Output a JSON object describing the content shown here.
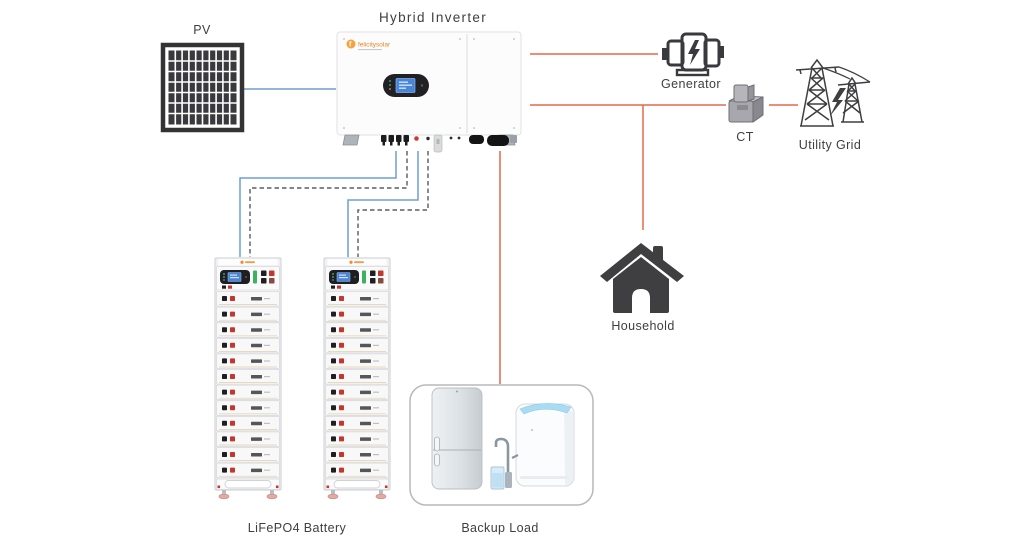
{
  "diagram": {
    "labels": {
      "pv": "PV",
      "hybrid_inverter": "Hybrid Inverter",
      "generator": "Generator",
      "ct": "CT",
      "utility_grid": "Utility Grid",
      "household": "Household",
      "lifepo4_battery": "LiFePO4 Battery",
      "backup_load": "Backup Load"
    },
    "brand": {
      "inverter_logo": "felicitysolar"
    },
    "colors": {
      "pv_battery_line_blue": "#6f9fd0",
      "ac_line_orange": "#e5694a",
      "comm_line_dashed_dark": "#3f3f3f",
      "icon_dark": "#3f3f42",
      "label_text": "#3f3f42",
      "brand_orange": "#e8821f"
    },
    "connections": [
      {
        "from": "PV",
        "to": "Hybrid Inverter",
        "line": "blue solid"
      },
      {
        "from": "Hybrid Inverter",
        "to": "Generator",
        "line": "orange solid"
      },
      {
        "from": "Hybrid Inverter",
        "to": "CT",
        "line": "orange solid"
      },
      {
        "from": "CT",
        "to": "Utility Grid",
        "line": "orange solid"
      },
      {
        "from": "Hybrid Inverter",
        "to": "Household",
        "line": "orange solid"
      },
      {
        "from": "Hybrid Inverter",
        "to": "Backup Load",
        "line": "orange solid"
      },
      {
        "from": "Hybrid Inverter",
        "to": "LiFePO4 Battery (rack 1)",
        "line": "blue solid + dark dashed"
      },
      {
        "from": "Hybrid Inverter",
        "to": "LiFePO4 Battery (rack 2)",
        "line": "blue solid + dark dashed"
      }
    ]
  }
}
